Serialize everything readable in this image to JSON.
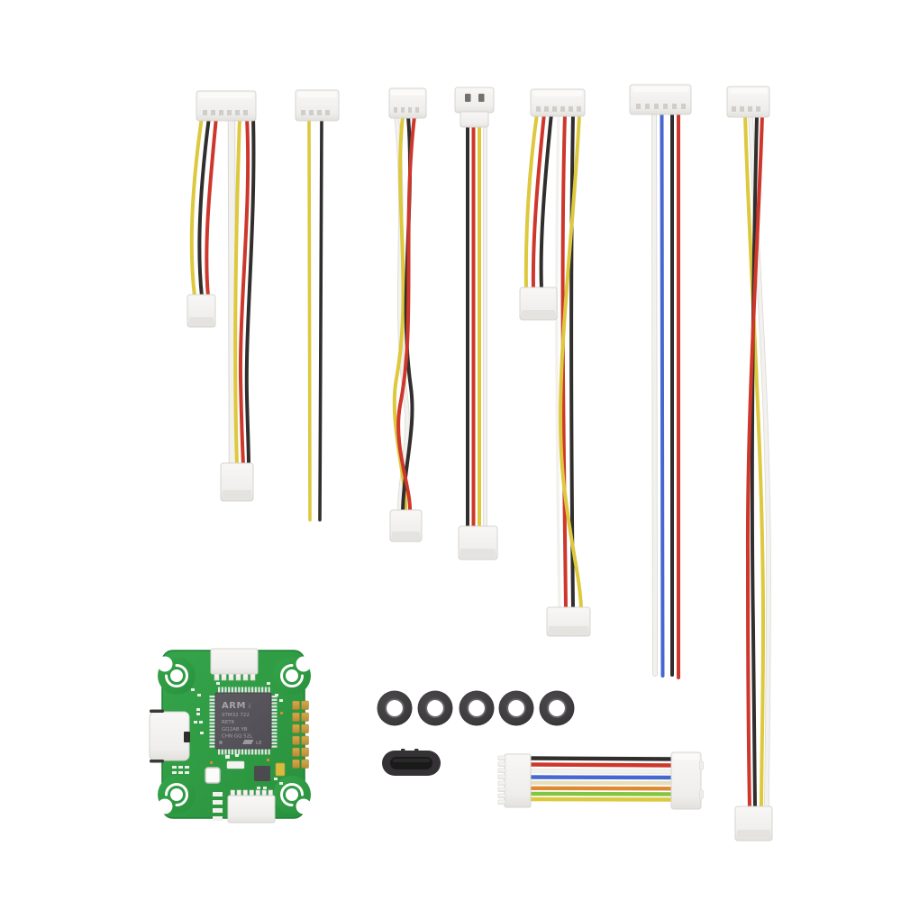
{
  "scene": {
    "type": "product-photo",
    "description": "Flight controller board kit: seven white JST connector cable assemblies hanging vertically, a green FC circuit board with ARM STM32 chip and USB-C port, five black rubber grommets, a black USB-C rubber dust plug, and a horizontal 8-wire ribbon cable with connectors at both ends, all on a white background."
  },
  "colors": {
    "bg": "#ffffff",
    "connEdge": "#d5d4d0",
    "pinDash": "#cfcec9",
    "wireYellow": "#ddc83e",
    "wireRed": "#ce372b",
    "wireBlack": "#312f2d",
    "wireWhite": "#f2f1ee",
    "wireWhiteEdge": "#d9d8d4",
    "wireBlue": "#4667cf",
    "wireOrange": "#dd8a33",
    "wireGreen": "#83c440",
    "wireCream": "#e6dfb9",
    "boardGreen": "#2f9b43",
    "boardGreenDark": "#1f7f35",
    "chipBody": "#56545a",
    "chipText": "#a5a3a8",
    "goldPad": "#c59e3f",
    "grommet": "#3e3c3e",
    "plugBlack": "#343234"
  },
  "board": {
    "chip_line1": "ARM",
    "chip_line1b": "i",
    "chip_line2": "STM32 722",
    "chip_line3": "RET6",
    "chip_line4": "GQ2AB YB",
    "chip_line5": "CHN GQ 52L",
    "chip_logo_text": "LE"
  },
  "items": [
    {
      "name": "y-harness-cable-8pin",
      "connectors": 3,
      "wires": [
        "yellow",
        "black",
        "red",
        "white"
      ]
    },
    {
      "name": "two-wire-pigtail-cable",
      "connectors": 1,
      "wires": [
        "yellow",
        "black"
      ]
    },
    {
      "name": "twisted-4wire-cable",
      "connectors": 2,
      "wires": [
        "white",
        "yellow",
        "black",
        "red"
      ]
    },
    {
      "name": "straight-4wire-plug-cable",
      "connectors": 2,
      "wires": [
        "black",
        "red",
        "yellow",
        "white"
      ]
    },
    {
      "name": "y-harness-long-cable",
      "connectors": 3,
      "wires": [
        "yellow",
        "red",
        "black",
        "white"
      ]
    },
    {
      "name": "pigtail-4wire-cable",
      "connectors": 1,
      "wires": [
        "white",
        "blue",
        "black",
        "red"
      ]
    },
    {
      "name": "long-twisted-4wire-cable",
      "connectors": 2,
      "wires": [
        "yellow",
        "white",
        "black",
        "red"
      ]
    },
    {
      "name": "flight-controller-board",
      "chip": "ARM STM32",
      "ports": [
        "USB-C",
        "JST top",
        "JST bottom",
        "solder pads"
      ]
    },
    {
      "name": "rubber-grommets",
      "count": 5
    },
    {
      "name": "usb-c-dust-plug",
      "count": 1
    },
    {
      "name": "ribbon-cable-8wire",
      "connectors": 2,
      "wires": [
        "black",
        "red",
        "white",
        "blue",
        "cream",
        "orange",
        "green",
        "yellow"
      ]
    }
  ]
}
